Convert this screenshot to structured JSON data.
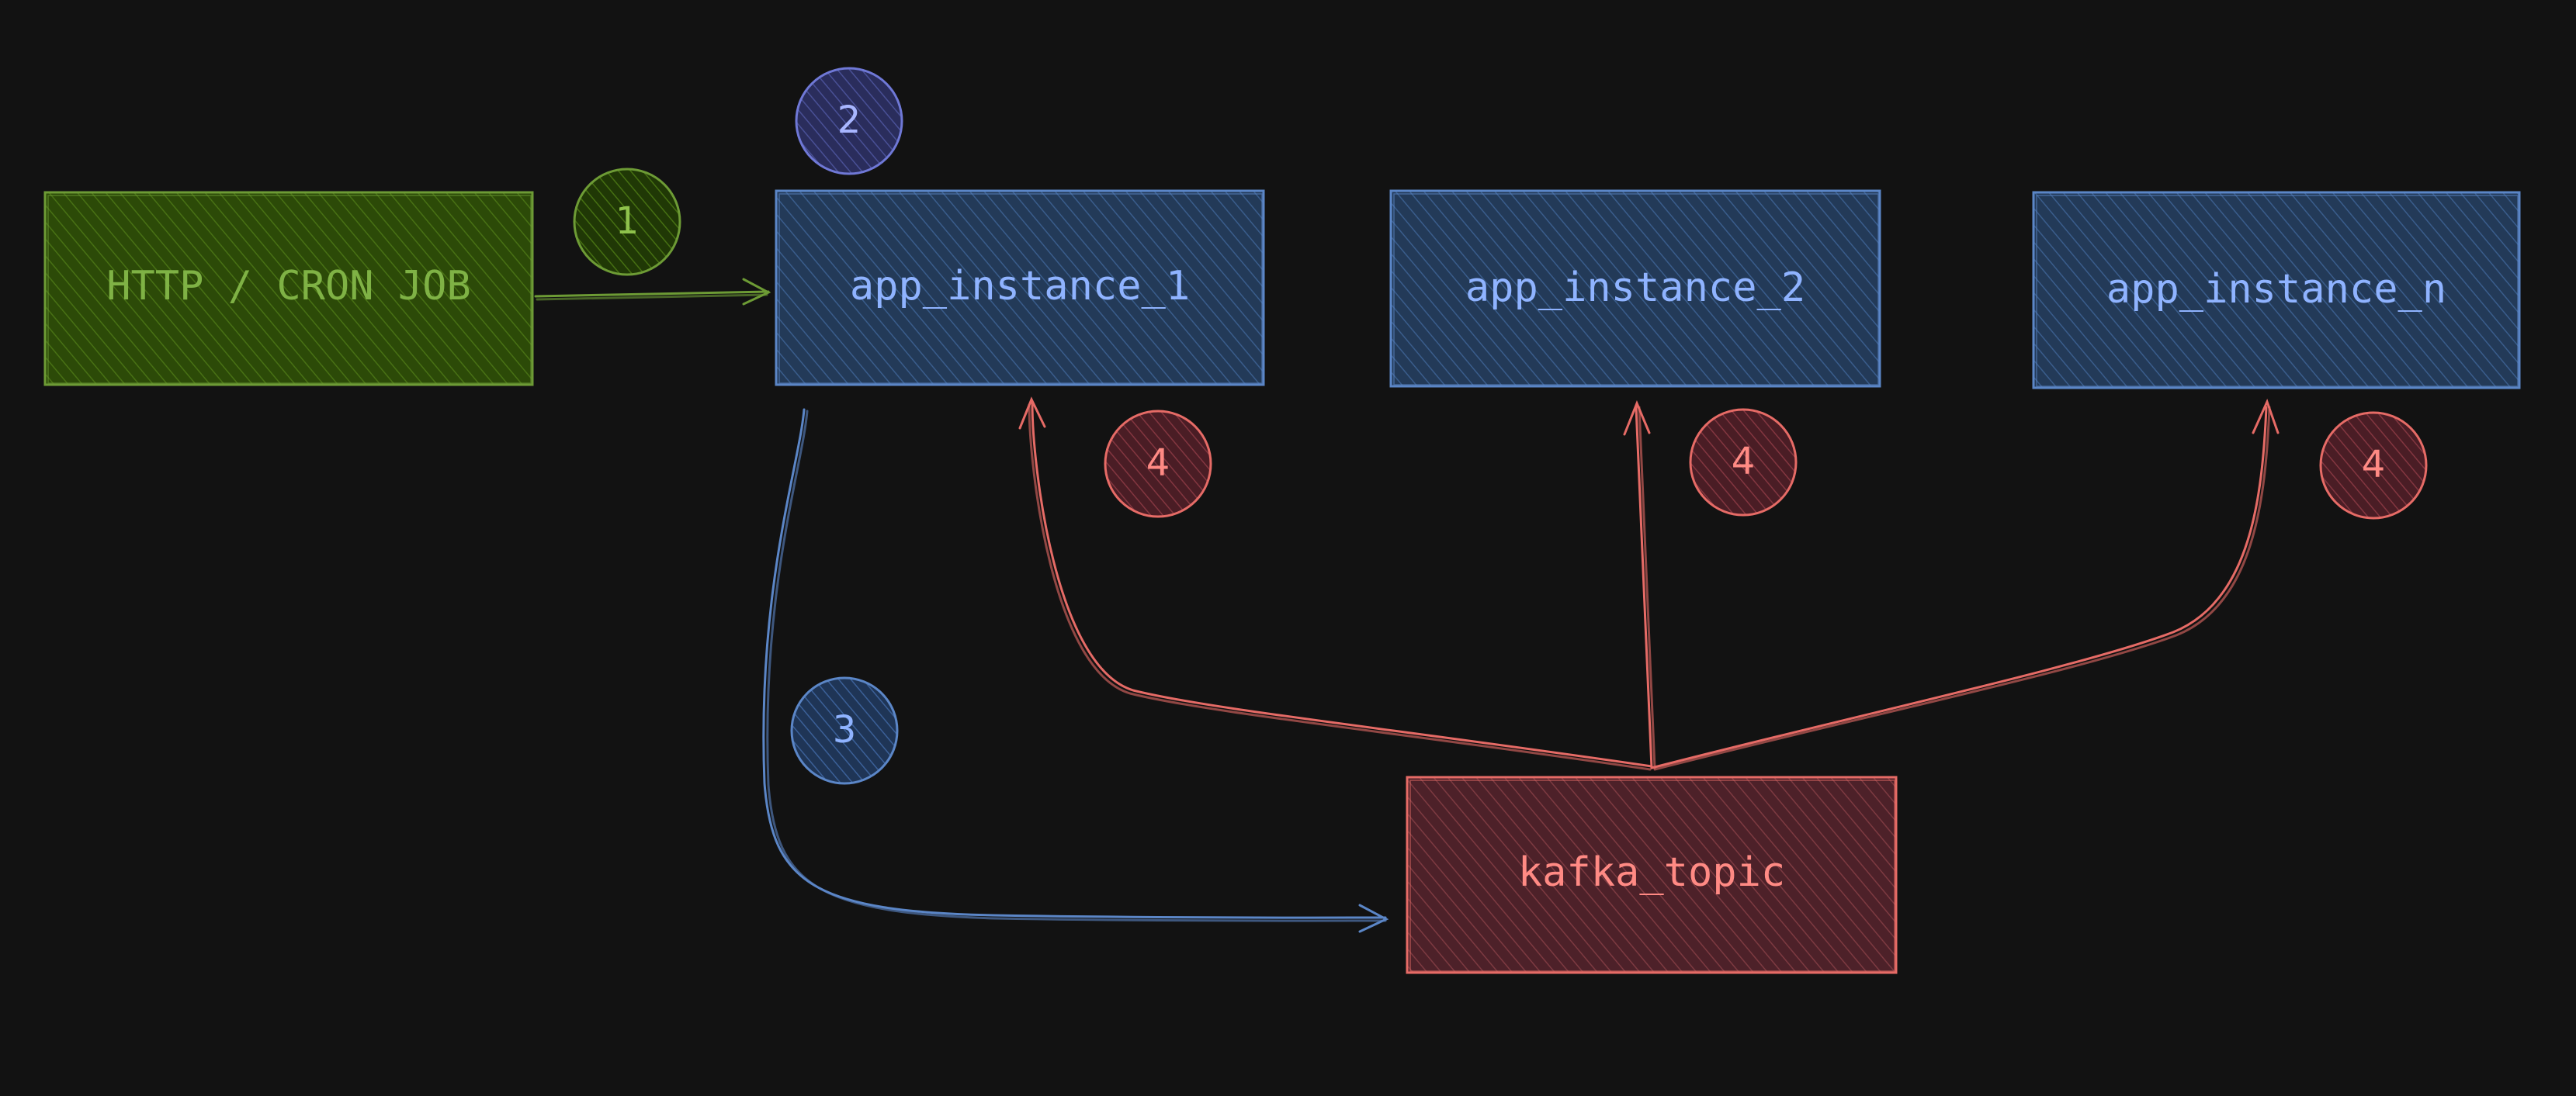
{
  "colors": {
    "background": "#121212",
    "green": "#6d9b35",
    "green_fill": "#2f4d0a",
    "blue": "#5b86c7",
    "blue_fill": "#2a4466",
    "blue_text": "#8fb3ff",
    "indigo_fill": "#3b3f7a",
    "indigo_text": "#a8b6ff",
    "red": "#e66b66",
    "red_fill": "#5e2a32",
    "red_text": "#ff8a84"
  },
  "nodes": {
    "source": "HTTP / CRON JOB",
    "app1": "app_instance_1",
    "app2": "app_instance_2",
    "appn": "app_instance_n",
    "kafka": "kafka_topic"
  },
  "steps": {
    "s1": "1",
    "s2": "2",
    "s3": "3",
    "s4a": "4",
    "s4b": "4",
    "s4c": "4"
  }
}
